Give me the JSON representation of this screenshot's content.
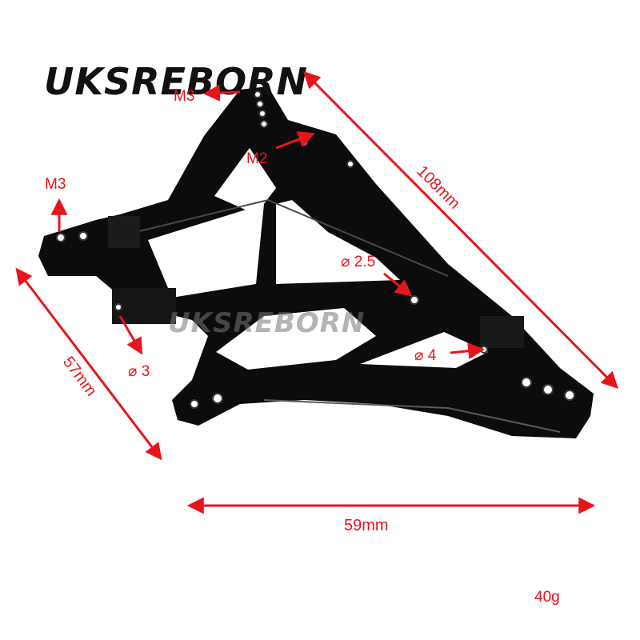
{
  "brand": {
    "name": "UKSREBORN",
    "watermark": "UKSREBORN"
  },
  "labels": {
    "m3_top": "M3",
    "m2": "M2",
    "m3_left": "M3",
    "d25": "⌀ 2.5",
    "d4": "⌀ 4",
    "d3": "⌀ 3"
  },
  "dimensions": {
    "diagonal": "108mm",
    "left": "57mm",
    "bottom": "59mm"
  },
  "weight": "40g",
  "colors": {
    "annotation": "#e8141b",
    "part": "#0c0c0c",
    "background": "#ffffff"
  }
}
